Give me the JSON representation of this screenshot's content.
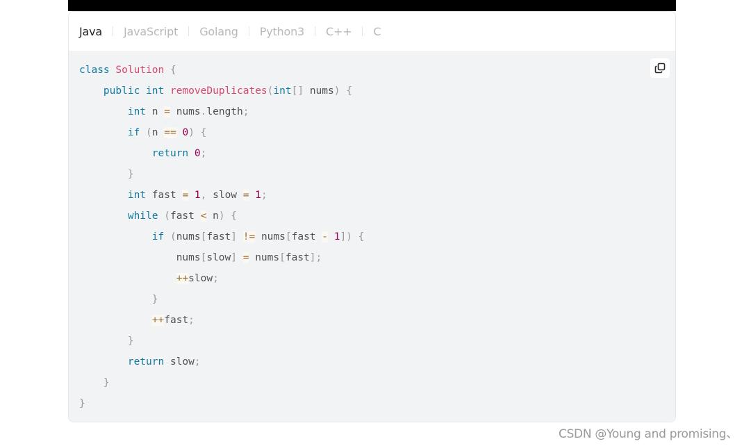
{
  "tabs": [
    {
      "label": "Java",
      "active": true
    },
    {
      "label": "JavaScript",
      "active": false
    },
    {
      "label": "Golang",
      "active": false
    },
    {
      "label": "Python3",
      "active": false
    },
    {
      "label": "C++",
      "active": false
    },
    {
      "label": "C",
      "active": false
    }
  ],
  "copy_button": {
    "icon": "copy-icon"
  },
  "code": {
    "language": "Java",
    "lines": [
      "class Solution {",
      "    public int removeDuplicates(int[] nums) {",
      "        int n = nums.length;",
      "        if (n == 0) {",
      "            return 0;",
      "        }",
      "        int fast = 1, slow = 1;",
      "        while (fast < n) {",
      "            if (nums[fast] != nums[fast - 1]) {",
      "                nums[slow] = nums[fast];",
      "                ++slow;",
      "            }",
      "            ++fast;",
      "        }",
      "        return slow;",
      "    }",
      "}"
    ]
  },
  "tokens": {
    "class": "class",
    "Solution": "Solution",
    "public": "public",
    "int": "int",
    "removeDuplicates": "removeDuplicates",
    "nums": "nums",
    "n": "n",
    "length": "length",
    "if": "if",
    "return": "return",
    "while": "while",
    "fast": "fast",
    "slow": "slow",
    "zero": "0",
    "one": "1",
    "eq": "=",
    "eqeq": "==",
    "neq": "!=",
    "lt": "<",
    "minus": "-",
    "inc": "++",
    "lbrace": "{",
    "rbrace": "}",
    "lparen": "(",
    "rparen": ")",
    "lbrack": "[",
    "rbrack": "]",
    "semi": ";",
    "comma": ",",
    "dot": ".",
    "brackets": "[]"
  },
  "colors": {
    "keyword": "#0f7aa0",
    "function": "#d8456b",
    "number": "#990055",
    "operator": "#9a6e3a",
    "punctuation": "#999999",
    "code_bg": "#f2f3f5",
    "active_tab": "#262626",
    "inactive_tab": "#b8b9bd"
  },
  "watermark": "CSDN @Young and promising、"
}
